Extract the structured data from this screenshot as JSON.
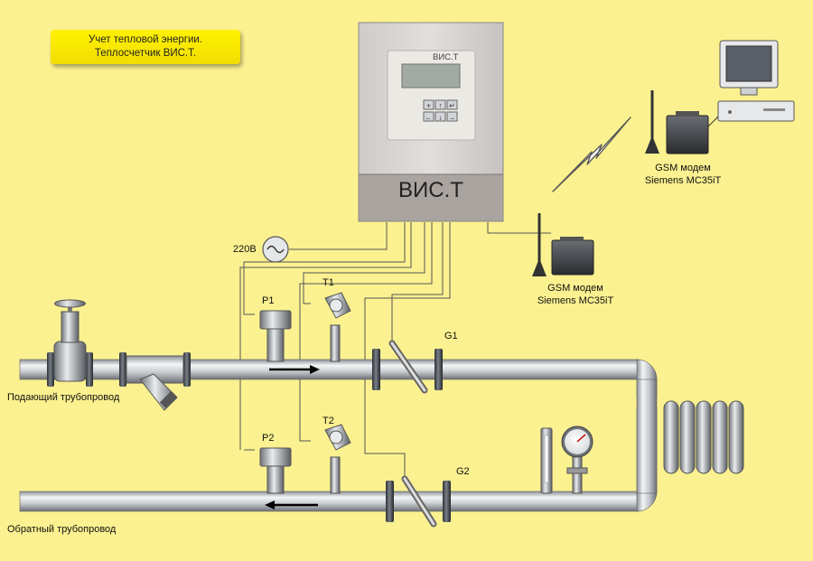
{
  "title": {
    "line1": "Учет тепловой энергии.",
    "line2": "Теплосчетчик ВИС.Т."
  },
  "device": {
    "name": "ВИС.Т",
    "panel_brand": "ВИС.Т"
  },
  "power": {
    "label": "220В"
  },
  "sensors": {
    "p1": "P1",
    "p2": "P2",
    "t1": "T1",
    "t2": "T2",
    "g1": "G1",
    "g2": "G2"
  },
  "pipes": {
    "supply": "Подающий трубопровод",
    "return": "Обратный трубопровод"
  },
  "modem_remote": {
    "line1": "GSM модем",
    "line2": "Siemens MC35iT"
  },
  "modem_local": {
    "line1": "GSM модем",
    "line2": "Siemens MC35iT"
  },
  "keypad": {
    "keys": [
      "+",
      "↑",
      "↵",
      "←",
      "↓",
      "→"
    ]
  },
  "colors": {
    "background": "#fbf190",
    "title_box": "#fff200",
    "pipe": "#c4c7cb",
    "device_body": "#dad6d4",
    "device_bottom": "#a9a39f",
    "arrow": "#000000"
  }
}
